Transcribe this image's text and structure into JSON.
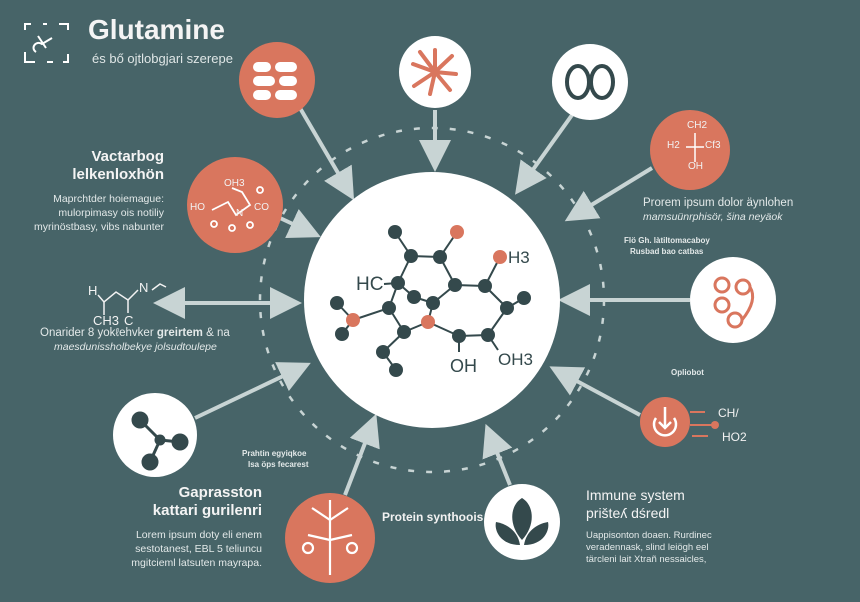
{
  "header": {
    "title": "Glutamine",
    "subtitle": "és bő ojtlobgjari szerepe"
  },
  "blocks": {
    "left_top": {
      "title1": "Vactarbog",
      "title2": "lelkenloxhön",
      "lines": [
        "Maprchtder hoiemague:",
        "mulorpimasy ois notiliy",
        "myrinöstbasy, vibs nabunter"
      ]
    },
    "left_mid": {
      "line1_a": "Onarider 8 yokℓehvker ",
      "line1_b": "greirtem",
      "line1_c": " & na",
      "line2": "maesdunissholbekye  jolsudtoulepe"
    },
    "right_top": {
      "line1": "Prorem ipsum dolor äynlohen",
      "line2": "mamsuünrphisör, šina neyäok"
    },
    "right_small": {
      "line1": "Flö Gh. làtiltomacaboy",
      "line2": "Rusbad bao catbas"
    },
    "right_label": "Opliobot",
    "left_bottom": {
      "title1": "Gaprasston",
      "title2": "kattari gurilenri",
      "lines": [
        "Lorem ipsum doty eli enem",
        "sestotanest, EBL 5 teliuncu",
        "mgitcieml latsuten mayrapa."
      ]
    },
    "bottom_small": {
      "line1": "Prahtin egyiqkoe",
      "line2": "Isa öps fecarest"
    },
    "bottom_center": "Protein synthoois",
    "right_bottom": {
      "title1": "Immune system",
      "title2": "prišteʎ dśredl",
      "lines": [
        "Uappisonton doaen. Rurdinec",
        "veradennask, slind leiögh eel",
        "tärcleni lait Xtrañ nessaicles,"
      ]
    }
  },
  "molecule_labels": {
    "hc": "HC",
    "h3": "H3",
    "oh": "OH",
    "oh3": "OH3",
    "left_h": "H",
    "left_ch3": "CH3",
    "left_c": "C",
    "left_n": "N"
  },
  "icon_labels": {
    "right_ch2": "CH2",
    "right_h2": "H2",
    "right_cf3": "Cf3",
    "right_oh": "OH",
    "left_oh3": "OH3",
    "left_ho": "HO",
    "left_co": "CO",
    "left_n": "N",
    "out_ch": "CH/",
    "out_ho2": "HO2"
  },
  "colors": {
    "background": "#476468",
    "accent": "#d9765e",
    "white": "#ffffff",
    "atom": "#34494c"
  }
}
